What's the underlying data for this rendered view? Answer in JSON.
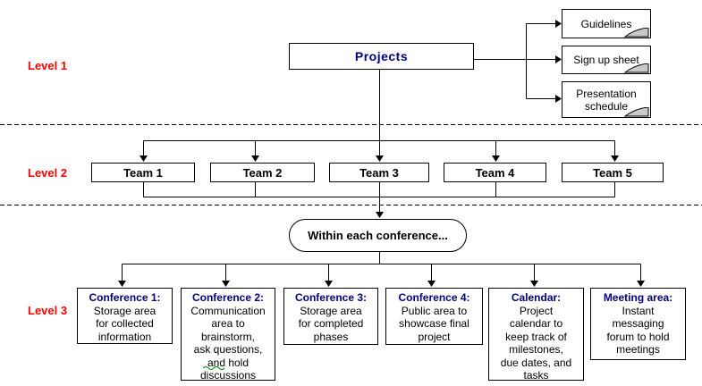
{
  "diagram": {
    "level_labels": {
      "l1": "Level 1",
      "l2": "Level 2",
      "l3": "Level 3"
    },
    "level1": {
      "root": "Projects",
      "documents": [
        {
          "label": "Guidelines"
        },
        {
          "label": "Sign up sheet"
        },
        {
          "label": "Presentation\nschedule"
        }
      ]
    },
    "level2": {
      "teams": [
        {
          "label": "Team 1"
        },
        {
          "label": "Team 2"
        },
        {
          "label": "Team 3"
        },
        {
          "label": "Team 4"
        },
        {
          "label": "Team 5"
        }
      ]
    },
    "level3": {
      "intro": "Within each conference...",
      "areas": [
        {
          "title": "Conference 1:",
          "body": "Storage area\nfor collected\ninformation"
        },
        {
          "title": "Conference 2:",
          "body": "Communication\narea to\nbrainstorm,\nask questions,\nand hold\ndiscussions"
        },
        {
          "title": "Conference 3:",
          "body": "Storage area\nfor completed\nphases"
        },
        {
          "title": "Conference 4:",
          "body": "Public area to\nshowcase final\nproject"
        },
        {
          "title": "Calendar:",
          "body": "Project\ncalendar to\nkeep track of\nmilestones,\ndue dates, and\ntasks"
        },
        {
          "title": "Meeting area:",
          "body": "Instant\nmessaging\nforum to hold\nmeetings"
        }
      ]
    },
    "colors": {
      "title_text": "#000080",
      "level_label_text": "#ff0000",
      "line": "#000000",
      "fold_fill": "#c9c9c9",
      "background": "#ffffff"
    }
  }
}
